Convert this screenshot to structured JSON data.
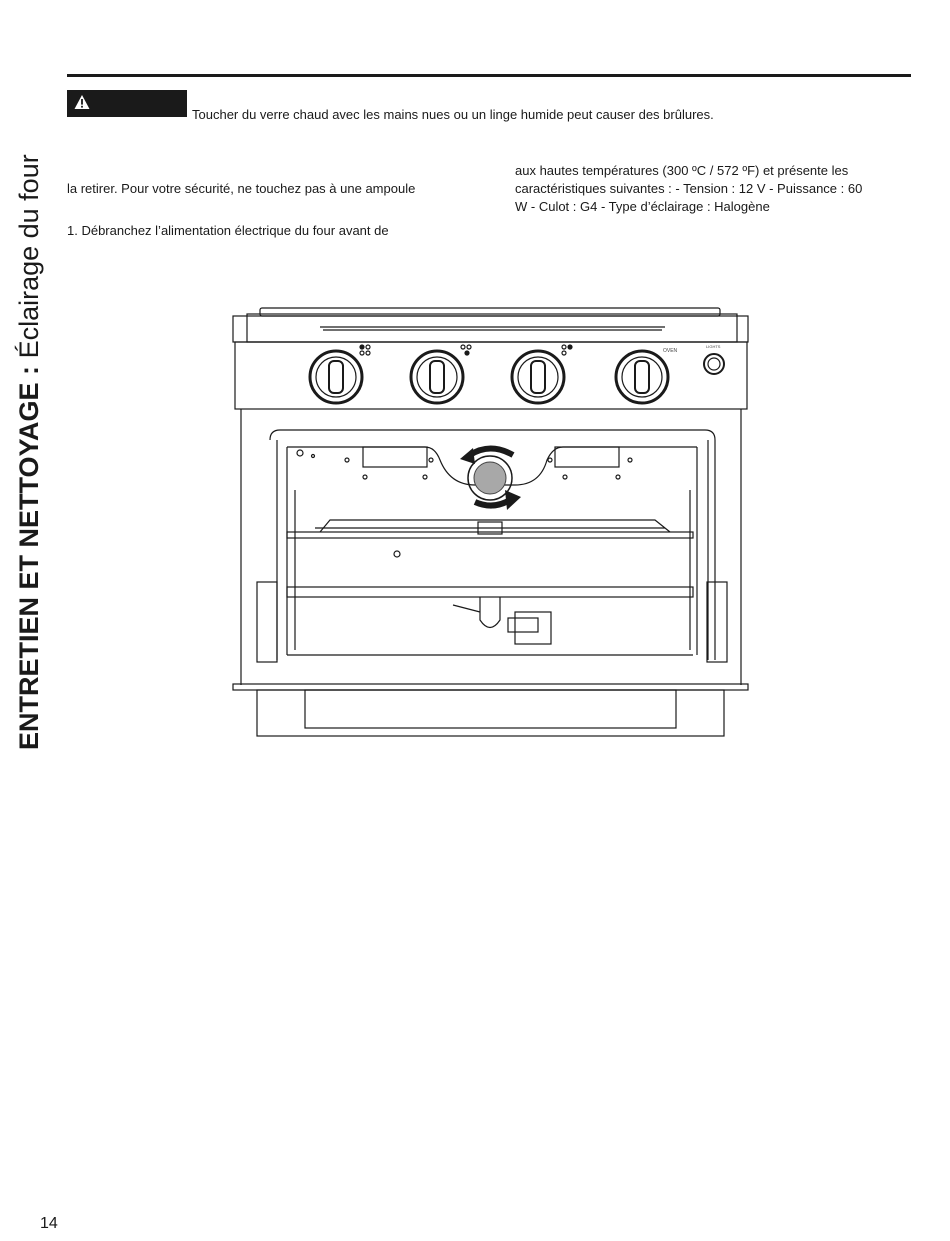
{
  "side_title": {
    "bold": "ENTRETIEN ET NETTOYAGE :",
    "light": "Éclairage du four"
  },
  "warning": {
    "icon": "warning-triangle-icon",
    "text": "Toucher du verre chaud avec les mains nues ou un linge humide peut causer des brûlures."
  },
  "paragraphs": {
    "left_1": "la retirer. Pour votre sécurité, ne touchez pas à une ampoule",
    "left_2": "1. Débranchez l’alimentation électrique du four avant de",
    "right_1": "aux hautes températures (300 ºC / 572 ºF) et présente les",
    "right_2": "caractéristiques suivantes : - Tension : 12 V - Puissance : 60",
    "right_3": "W  - Culot : G4 - Type d’éclairage : Halogène"
  },
  "figure": {
    "oven_label": "OVEN",
    "lights_label": "LIGHTS"
  },
  "page_number": "14"
}
